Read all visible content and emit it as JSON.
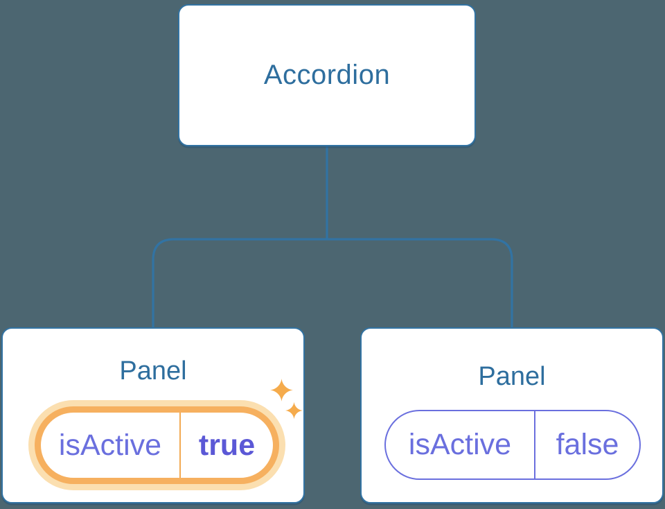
{
  "colors": {
    "background": "#4C6671",
    "node_fill": "#FFFFFF",
    "node_border": "#3273A3",
    "node_text": "#2E6E9E",
    "connector": "#3273A3",
    "state_purple": "#6A6FDE",
    "state_value_bold": "#5B58D6",
    "highlight_orange": "#F6B05F",
    "highlight_halo": "#FBDFB0",
    "highlight_divider": "#F2A952",
    "sparkle": "#F5AB4C"
  },
  "diagram": {
    "root": {
      "label": "Accordion"
    },
    "children": [
      {
        "label": "Panel",
        "highlighted": true,
        "state": {
          "key": "isActive",
          "value": "true"
        }
      },
      {
        "label": "Panel",
        "highlighted": false,
        "state": {
          "key": "isActive",
          "value": "false"
        }
      }
    ]
  },
  "icons": {
    "sparkle_large": "sparkle-icon",
    "sparkle_small": "sparkle-icon"
  }
}
